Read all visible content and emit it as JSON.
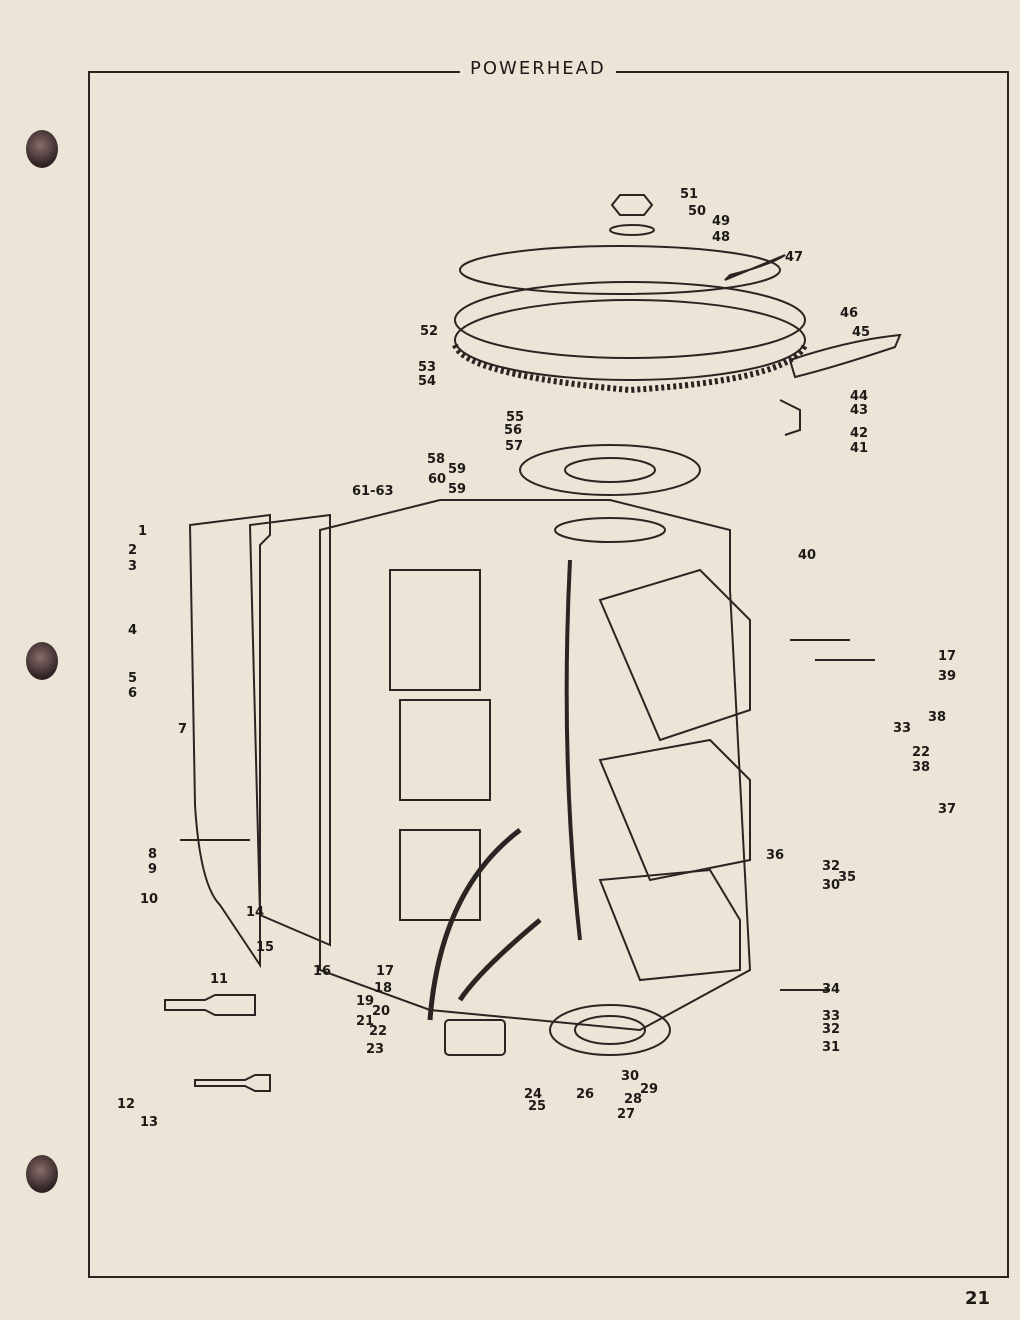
{
  "header": {
    "title": "POWERHEAD"
  },
  "page_number": "21",
  "callouts": [
    "51",
    "50",
    "49",
    "48",
    "47",
    "46",
    "45",
    "52",
    "53",
    "54",
    "44",
    "43",
    "42",
    "41",
    "55",
    "56",
    "57",
    "58",
    "59",
    "60",
    "59",
    "61-63",
    "1",
    "2",
    "3",
    "40",
    "4",
    "17",
    "39",
    "5",
    "6",
    "7",
    "38",
    "33",
    "22",
    "38",
    "37",
    "36",
    "32",
    "35",
    "30",
    "8",
    "9",
    "10",
    "14",
    "15",
    "16",
    "17",
    "11",
    "18",
    "19",
    "20",
    "21",
    "22",
    "34",
    "33",
    "32",
    "31",
    "23",
    "30",
    "29",
    "24",
    "26",
    "28",
    "25",
    "27",
    "12",
    "13"
  ]
}
